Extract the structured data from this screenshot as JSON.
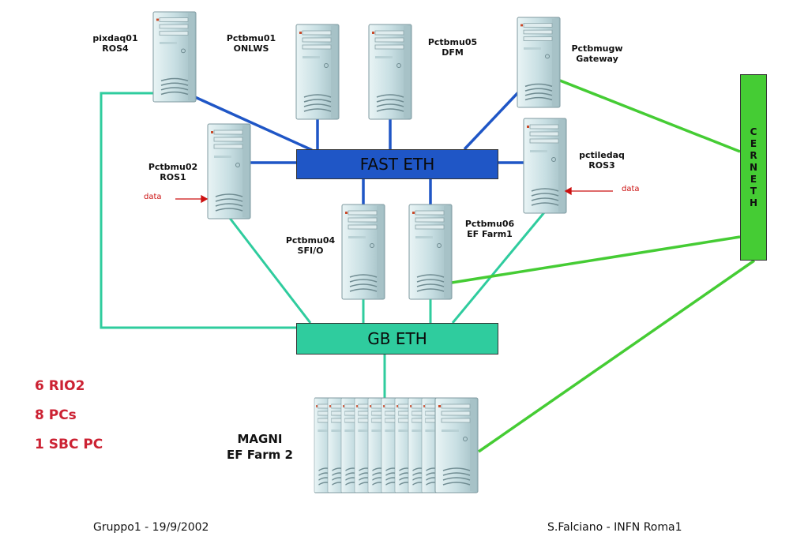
{
  "nodes": [
    {
      "id": "pixdaq01",
      "line1": "pixdaq01",
      "line2": "ROS4"
    },
    {
      "id": "pctbmu01",
      "line1": "Pctbmu01",
      "line2": "ONLWS"
    },
    {
      "id": "pctbmu05",
      "line1": "Pctbmu05",
      "line2": "DFM"
    },
    {
      "id": "pctbmugw",
      "line1": "Pctbmugw",
      "line2": "Gateway"
    },
    {
      "id": "pctbmu02",
      "line1": "Pctbmu02",
      "line2": "ROS1"
    },
    {
      "id": "pctiledaq",
      "line1": "pctiledaq",
      "line2": "ROS3"
    },
    {
      "id": "pctbmu04",
      "line1": "Pctbmu04",
      "line2": "SFI/O"
    },
    {
      "id": "pctbmu06",
      "line1": "Pctbmu06",
      "line2": "EF Farm1"
    }
  ],
  "switches": {
    "fast_eth": "FAST ETH",
    "gb_eth": "GB ETH",
    "cern_eth": [
      "C",
      "E",
      "R",
      "N",
      "E",
      "T",
      "H"
    ]
  },
  "data_labels": [
    "data",
    "data"
  ],
  "farm": {
    "line1": "MAGNI",
    "line2": "EF Farm 2"
  },
  "summary": [
    "6 RIO2",
    "8 PCs",
    "1 SBC PC"
  ],
  "footer": {
    "left": "Gruppo1 - 19/9/2002",
    "right": "S.Falciano - INFN Roma1"
  },
  "colors": {
    "fast_eth": "#1f56c6",
    "gb_eth": "#2fcc9e",
    "cern_eth": "#45cc34",
    "summary_text": "#cc2233",
    "data_arrow": "#cc1111",
    "tower_body": "#cfe3e6"
  }
}
